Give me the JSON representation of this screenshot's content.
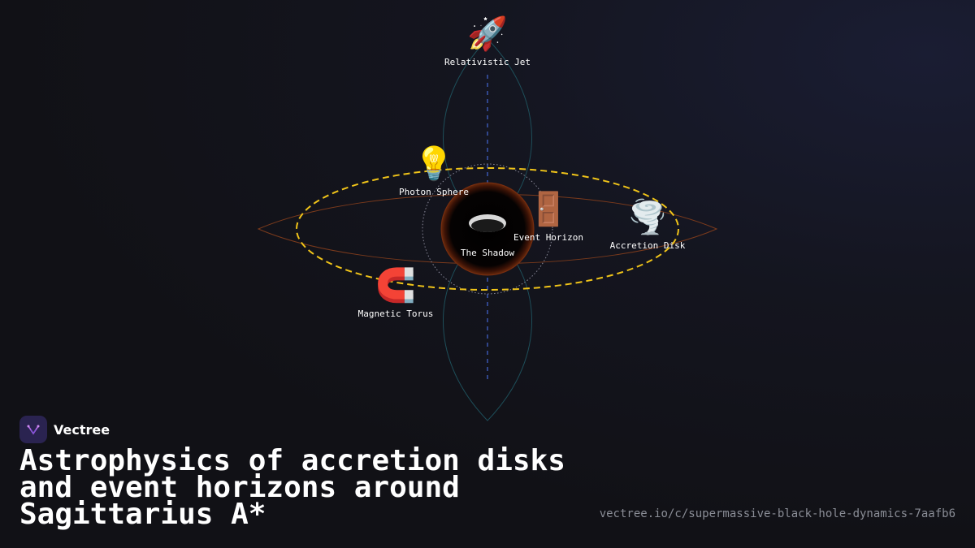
{
  "diagram": {
    "nodes": {
      "jet": {
        "label": "Relativistic Jet",
        "icon": "rocket-icon",
        "emoji": "🚀"
      },
      "photon": {
        "label": "Photon Sphere",
        "icon": "lightbulb-icon",
        "emoji": "💡"
      },
      "horizon": {
        "label": "Event Horizon",
        "icon": "door-icon",
        "emoji": "🚪"
      },
      "disk": {
        "label": "Accretion Disk",
        "icon": "tornado-icon",
        "emoji": "🌪️"
      },
      "torus": {
        "label": "Magnetic Torus",
        "icon": "magnet-icon",
        "emoji": "🧲"
      }
    },
    "center_label": "The Shadow",
    "colors": {
      "photon_ring": "#f0c419",
      "jet_axis": "#3a56b0",
      "jet_lobe": "#1e4f5a",
      "disk_outline": "#7a3a1c",
      "shadow_ring": "#5a1c08"
    }
  },
  "brand": {
    "name": "Vectree",
    "logo_icon": "vectree-logo-icon"
  },
  "title": "Astrophysics of accretion disks and event horizons around Sagittarius A*",
  "url": "vectree.io/c/supermassive-black-hole-dynamics-7aafb6"
}
